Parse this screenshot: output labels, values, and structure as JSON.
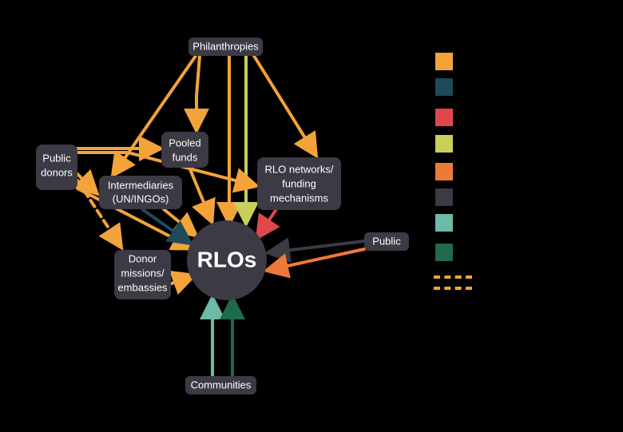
{
  "center": {
    "label": "RLOs"
  },
  "nodes": {
    "philanthropies": "Philanthropies",
    "public_donors": [
      "Public",
      "donors"
    ],
    "pooled_funds": [
      "Pooled",
      "funds"
    ],
    "intermediaries": [
      "Intermediaries",
      "(UN/INGOs)"
    ],
    "rlo_networks": [
      "RLO networks/",
      "funding",
      "mechanisms"
    ],
    "donor_missions": [
      "Donor",
      "missions/",
      "embassies"
    ],
    "public": "Public",
    "communities": "Communities"
  },
  "colors": {
    "orange": "#f2a33a",
    "dark_teal": "#1e4a5a",
    "red": "#e0474c",
    "yellow_green": "#c9cf5a",
    "bright_orange": "#ee7a3a",
    "charcoal": "#3b3a45",
    "light_teal": "#6fb9a9",
    "dark_green": "#1e6a4a",
    "node_fill": "#3b3a45",
    "background": "#000000"
  },
  "legend": [
    {
      "color": "#f2a33a",
      "style": "solid"
    },
    {
      "color": "#1e4a5a",
      "style": "solid"
    },
    {
      "color": "#e0474c",
      "style": "solid"
    },
    {
      "color": "#c9cf5a",
      "style": "solid"
    },
    {
      "color": "#ee7a3a",
      "style": "solid"
    },
    {
      "color": "#3b3a45",
      "style": "solid"
    },
    {
      "color": "#6fb9a9",
      "style": "solid"
    },
    {
      "color": "#1e6a4a",
      "style": "solid"
    },
    {
      "color": "#f2a33a",
      "style": "dashed"
    }
  ]
}
